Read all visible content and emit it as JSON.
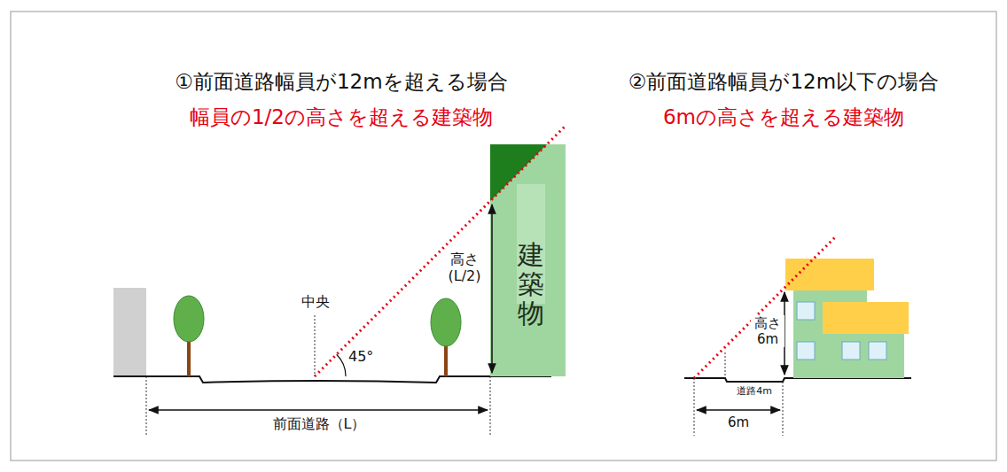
{
  "diagram": {
    "nodes": [
      {
        "text": [
          "建築物"
        ]
      }
    ],
    "labels": [
      "①前面道路幅員が12mを超える場合",
      "幅員の1/2の高さを超える建築物",
      "②前面道路幅員が12m以下の場合",
      "6mの高さを超える建築物",
      "中央",
      "45°",
      "高さ (L/2)",
      "前面道路（L）",
      "高さ 6m",
      "道路4m",
      "6m"
    ]
  }
}
